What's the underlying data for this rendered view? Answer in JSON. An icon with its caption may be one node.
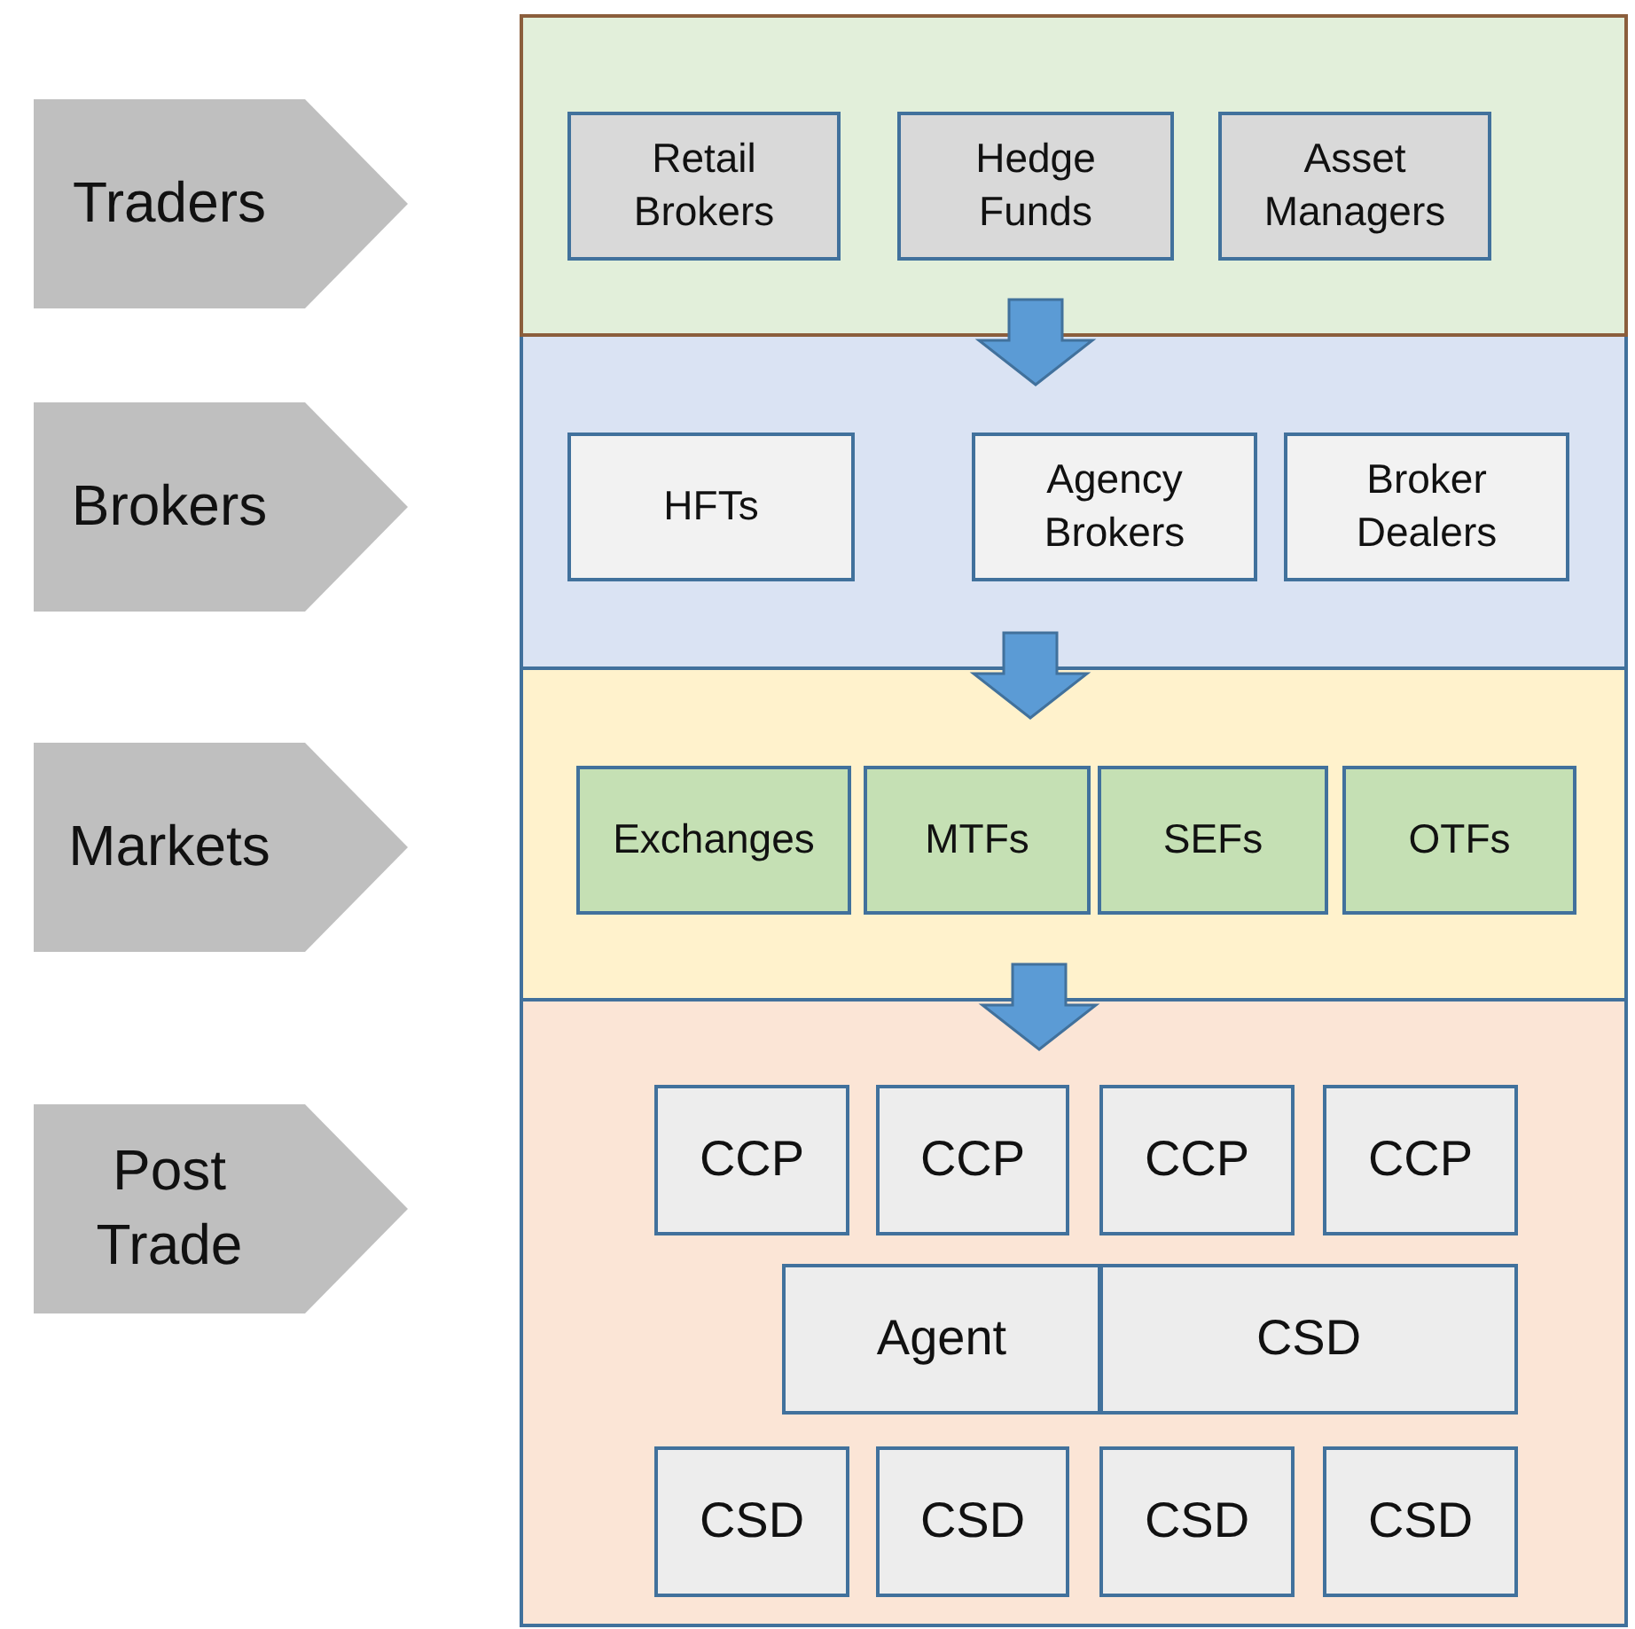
{
  "diagram": {
    "nodes": [
      {
        "text": [
          "Traders"
        ]
      },
      {
        "text": [],
        "shape": "box"
      },
      {
        "text": [
          "Retail Brokers"
        ],
        "in": 1
      },
      {
        "text": [
          "Hedge Funds"
        ],
        "in": 1
      },
      {
        "text": [
          "Asset Managers"
        ],
        "in": 1
      },
      {
        "text": [
          "Brokers"
        ]
      },
      {
        "text": [],
        "shape": "box"
      },
      {
        "text": [
          "HFTs"
        ],
        "in": 6
      },
      {
        "text": [
          "Agency Brokers"
        ],
        "in": 6
      },
      {
        "text": [
          "Broker Dealers"
        ],
        "in": 6
      },
      {
        "text": [
          "Markets"
        ]
      },
      {
        "text": [],
        "shape": "box"
      },
      {
        "text": [
          "Exchanges"
        ],
        "in": 11
      },
      {
        "text": [
          "MTFs"
        ],
        "in": 11
      },
      {
        "text": [
          "SEFs"
        ],
        "in": 11
      },
      {
        "text": [
          "OTFs"
        ],
        "in": 11
      },
      {
        "text": [
          "Post Trade"
        ]
      },
      {
        "text": [],
        "shape": "box"
      },
      {
        "text": [
          "CCP"
        ],
        "in": 17
      },
      {
        "text": [
          "CCP"
        ],
        "in": 17
      },
      {
        "text": [
          "CCP"
        ],
        "in": 17
      },
      {
        "text": [
          "CCP"
        ],
        "in": 17
      },
      {
        "text": [
          "Agent"
        ],
        "in": 17
      },
      {
        "text": [
          "CSD"
        ],
        "in": 17
      },
      {
        "text": [
          "CSD"
        ],
        "in": 17
      },
      {
        "text": [
          "CSD"
        ],
        "in": 17
      },
      {
        "text": [
          "CSD"
        ],
        "in": 17
      },
      {
        "text": [
          "CSD"
        ],
        "in": 17
      }
    ],
    "edges": [
      {
        "from": 1,
        "to": 6,
        "arrow": "to",
        "style": "thick"
      },
      {
        "from": 6,
        "to": 11,
        "arrow": "to",
        "style": "thick"
      },
      {
        "from": 11,
        "to": 17,
        "arrow": "to",
        "style": "thick"
      }
    ]
  }
}
